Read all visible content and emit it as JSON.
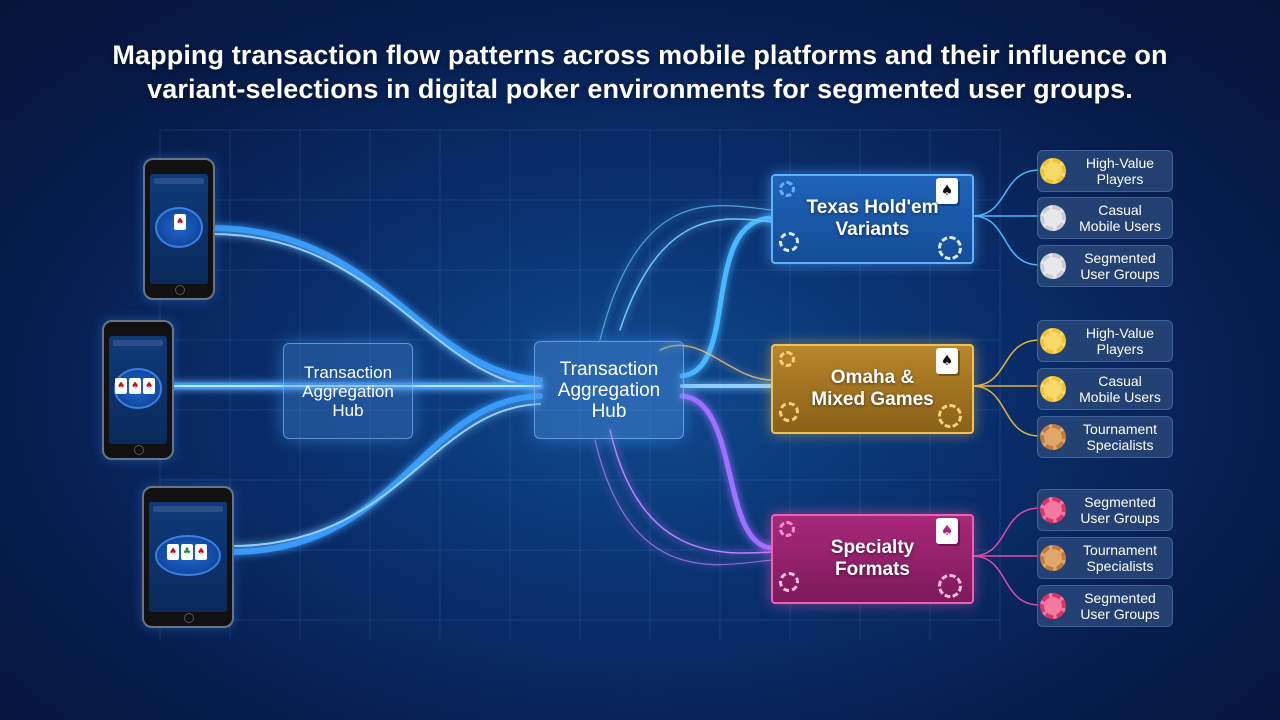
{
  "title": {
    "line1": "Mapping transaction flow patterns across mobile platforms and their influence on",
    "line2": "variant-selections in digital poker environments for segmented user groups."
  },
  "hubs": {
    "hub1": {
      "line1": "Transaction",
      "line2": "Aggregation",
      "line3": "Hub"
    },
    "hub2": {
      "line1": "Transaction",
      "line2": "Aggregation",
      "line3": "Hub"
    }
  },
  "variants": {
    "texas": {
      "line1": "Texas Hold'em",
      "line2": "Variants",
      "color": "#1f63b8"
    },
    "omaha": {
      "line1": "Omaha &",
      "line2": "Mixed Games",
      "color": "#b8862a"
    },
    "specialty": {
      "line1": "Specialty",
      "line2": "Formats",
      "color": "#a8287a"
    }
  },
  "segments": {
    "texas": [
      {
        "line1": "High-Value",
        "line2": "Players",
        "chip_color": "#f2c230"
      },
      {
        "line1": "Casual",
        "line2": "Mobile Users",
        "chip_color": "#c9ccd2"
      },
      {
        "line1": "Segmented",
        "line2": "User Groups",
        "chip_color": "#c9ccd2"
      }
    ],
    "omaha": [
      {
        "line1": "High-Value",
        "line2": "Players",
        "chip_color": "#f2c230"
      },
      {
        "line1": "Casual",
        "line2": "Mobile Users",
        "chip_color": "#f2c230"
      },
      {
        "line1": "Tournament",
        "line2": "Specialists",
        "chip_color": "#c07a3a"
      }
    ],
    "specialty": [
      {
        "line1": "Segmented",
        "line2": "User Groups",
        "chip_color": "#e0306a"
      },
      {
        "line1": "Tournament",
        "line2": "Specialists",
        "chip_color": "#c07a3a"
      },
      {
        "line1": "Segmented",
        "line2": "User Groups",
        "chip_color": "#e0306a"
      }
    ]
  },
  "colors": {
    "flow": "#3aa0ff",
    "flow_glow": "#8fd0ff",
    "texas_branch": "#48b8ff",
    "omaha_branch": "#e8b23a",
    "specialty_branch": "#e04aa8"
  },
  "icons": {
    "chip": "poker-chip-icon",
    "card": "ace-of-spades-card-icon",
    "phone": "smartphone-icon"
  }
}
